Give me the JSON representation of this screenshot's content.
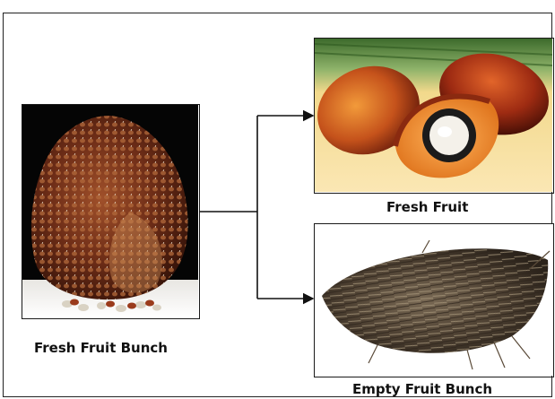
{
  "labels": {
    "fresh_fruit_bunch": "Fresh Fruit Bunch",
    "fresh_fruit": "Fresh Fruit",
    "empty_fruit_bunch": "Empty Fruit Bunch"
  },
  "images": {
    "fresh_fruit_bunch": "photo of an oil palm fresh fruit bunch",
    "fresh_fruit": "photo of oil palm fruits, one cut open",
    "empty_fruit_bunch": "photo of an empty fruit bunch"
  },
  "colors": {
    "line": "#111111",
    "border": "#1a1a1a"
  }
}
